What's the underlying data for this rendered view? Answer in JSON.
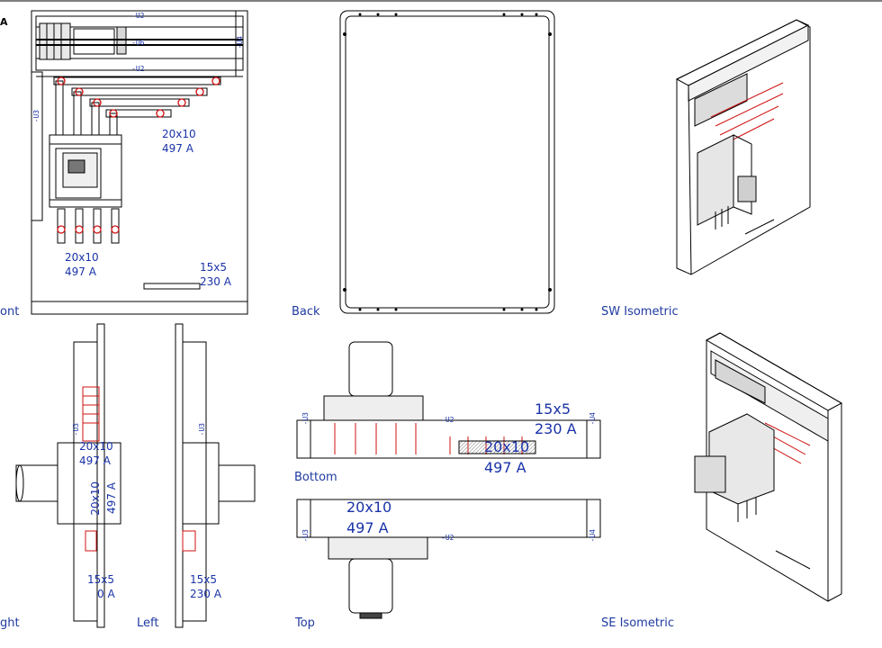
{
  "views": {
    "front": "ont",
    "back": "Back",
    "sw_iso": "SW Isometric",
    "right": "ght",
    "left": "Left",
    "bottom": "Bottom",
    "top": "Top",
    "se_iso": "SE Isometric"
  },
  "corner_mark": "A",
  "rails": {
    "u2": "-U2",
    "u3": "-U3",
    "u4": "-U4",
    "u6": "-U6"
  },
  "busbars": {
    "main_size": "20x10",
    "main_current": "497 A",
    "branch_size": "15x5",
    "branch_current": "230 A",
    "branch_current_partial": "0 A"
  },
  "accent_colors": {
    "line": "#000000",
    "dimension_text": "#1a33a8",
    "busbar_highlight": "#d01010"
  }
}
